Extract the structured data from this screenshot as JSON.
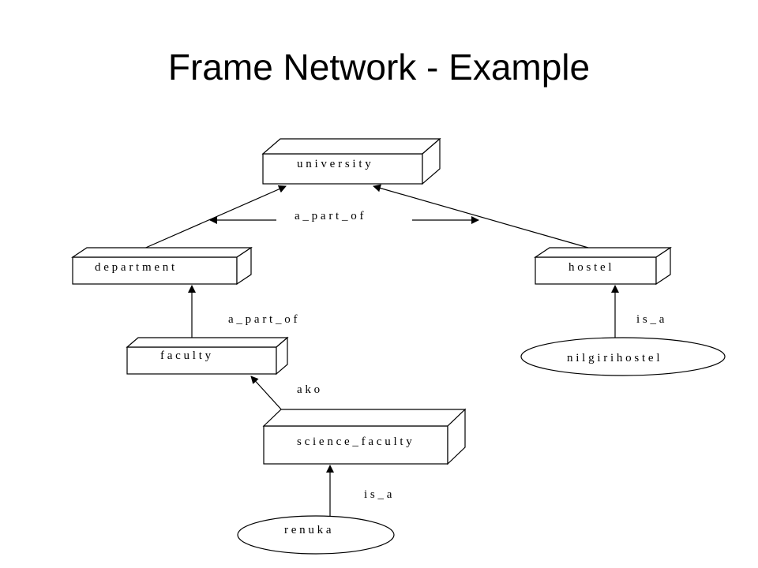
{
  "title": "Frame Network - Example",
  "nodes": {
    "university": "u n i v e r s i t y",
    "department": "d e p a r t m  e n t",
    "hostel": "h o s t e l",
    "faculty": "f a c u l t y",
    "science_faculty": "s c i e n c e _ f a c u l t y",
    "nilgiri_hostel": "n i l g i r i  h o s t e l",
    "renuka": "r e n u k a"
  },
  "relations": {
    "a_part_of_top": "a _ p a r t _ o f",
    "a_part_of_mid": "a _ p a r t _ o f",
    "is_a_hostel": "i s _ a",
    "ako": "a k o",
    "is_a_renuka": "i s _  a"
  },
  "colors": {
    "stroke": "#000000",
    "background": "#ffffff"
  }
}
